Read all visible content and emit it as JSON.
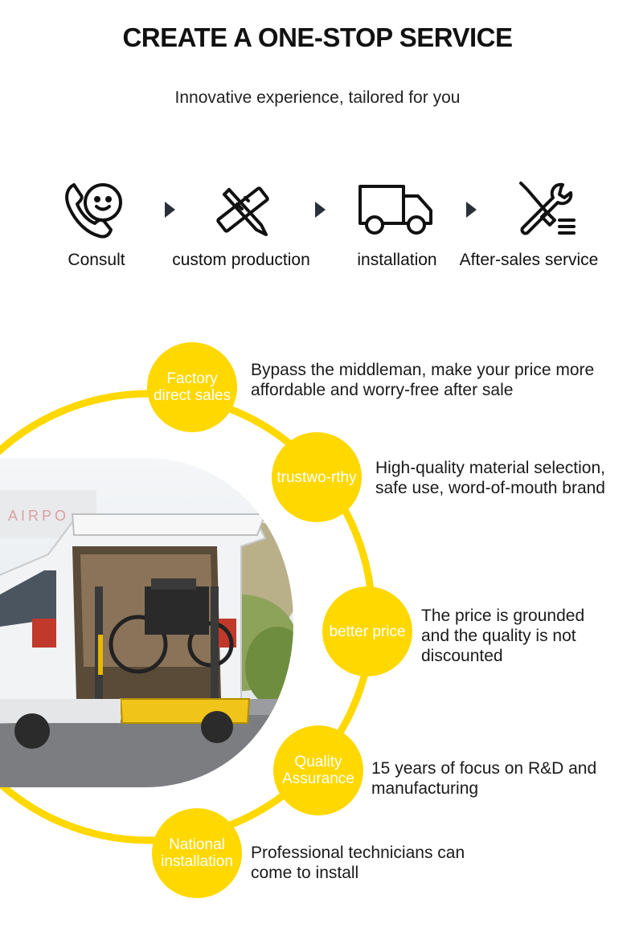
{
  "header": {
    "title": "CREATE A ONE-STOP SERVICE",
    "subtitle": "Innovative experience, tailored for you"
  },
  "steps": [
    {
      "label": "Consult",
      "icon": "phone-smile-icon"
    },
    {
      "label": "custom production",
      "icon": "pencil-ruler-icon"
    },
    {
      "label": "installation",
      "icon": "delivery-truck-icon"
    },
    {
      "label": "After-sales service",
      "icon": "wrench-screwdriver-icon"
    }
  ],
  "features": [
    {
      "badge": "Factory direct sales",
      "text": "Bypass the middleman, make your price more affordable and worry-free after sale"
    },
    {
      "badge": "trustwo-rthy",
      "text": "High-quality material selection, safe use, word-of-mouth brand"
    },
    {
      "badge": "better price",
      "text": "The price is grounded and the quality is not discounted"
    },
    {
      "badge": "Quality Assurance",
      "text": "15 years of focus on R&D and manufacturing"
    },
    {
      "badge": "National installation",
      "text": "Professional technicians can come to install"
    }
  ],
  "photo": {
    "sign_text": "AIRPO",
    "subject": "van-with-wheelchair-lift"
  },
  "colors": {
    "accent": "#ffd800",
    "text": "#1a1a1a",
    "icon": "#111111"
  }
}
